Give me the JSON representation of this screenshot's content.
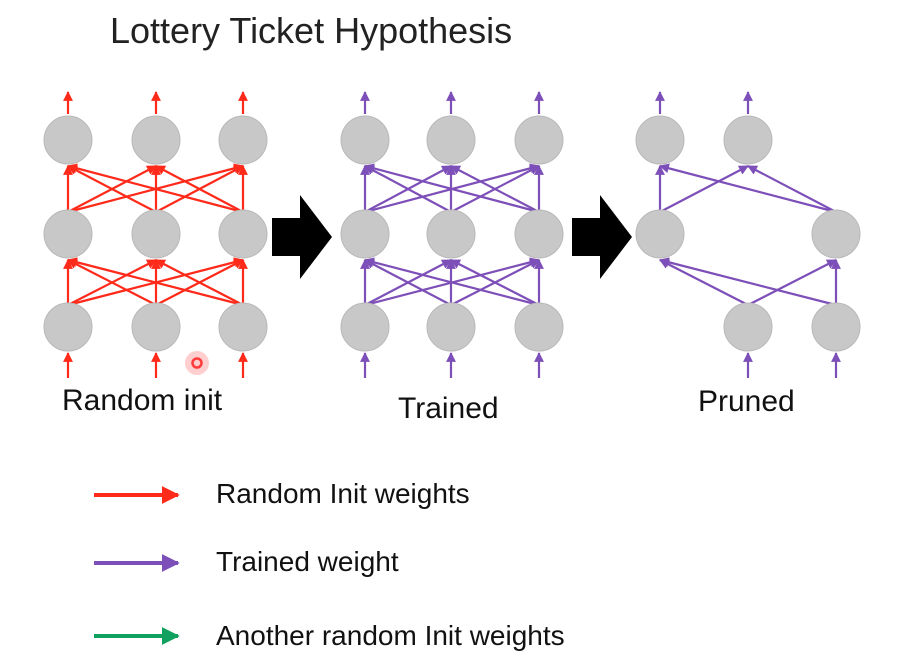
{
  "title": "Lottery Ticket Hypothesis",
  "colors": {
    "random_init": "#ff2a1a",
    "trained": "#7d4fb8",
    "another_random_init": "#10a060",
    "node": "#c8c8c8",
    "arrow_block": "#000000",
    "cursor_marker": "#ff3b3b"
  },
  "panels": [
    {
      "label": "Random init",
      "color_key": "random_init"
    },
    {
      "label": "Trained",
      "color_key": "trained"
    },
    {
      "label": "Pruned",
      "color_key": "trained"
    }
  ],
  "legend": [
    {
      "label": "Random Init weights",
      "color_key": "random_init"
    },
    {
      "label": "Trained weight",
      "color_key": "trained"
    },
    {
      "label": "Another random Init weights",
      "color_key": "another_random_init"
    }
  ]
}
